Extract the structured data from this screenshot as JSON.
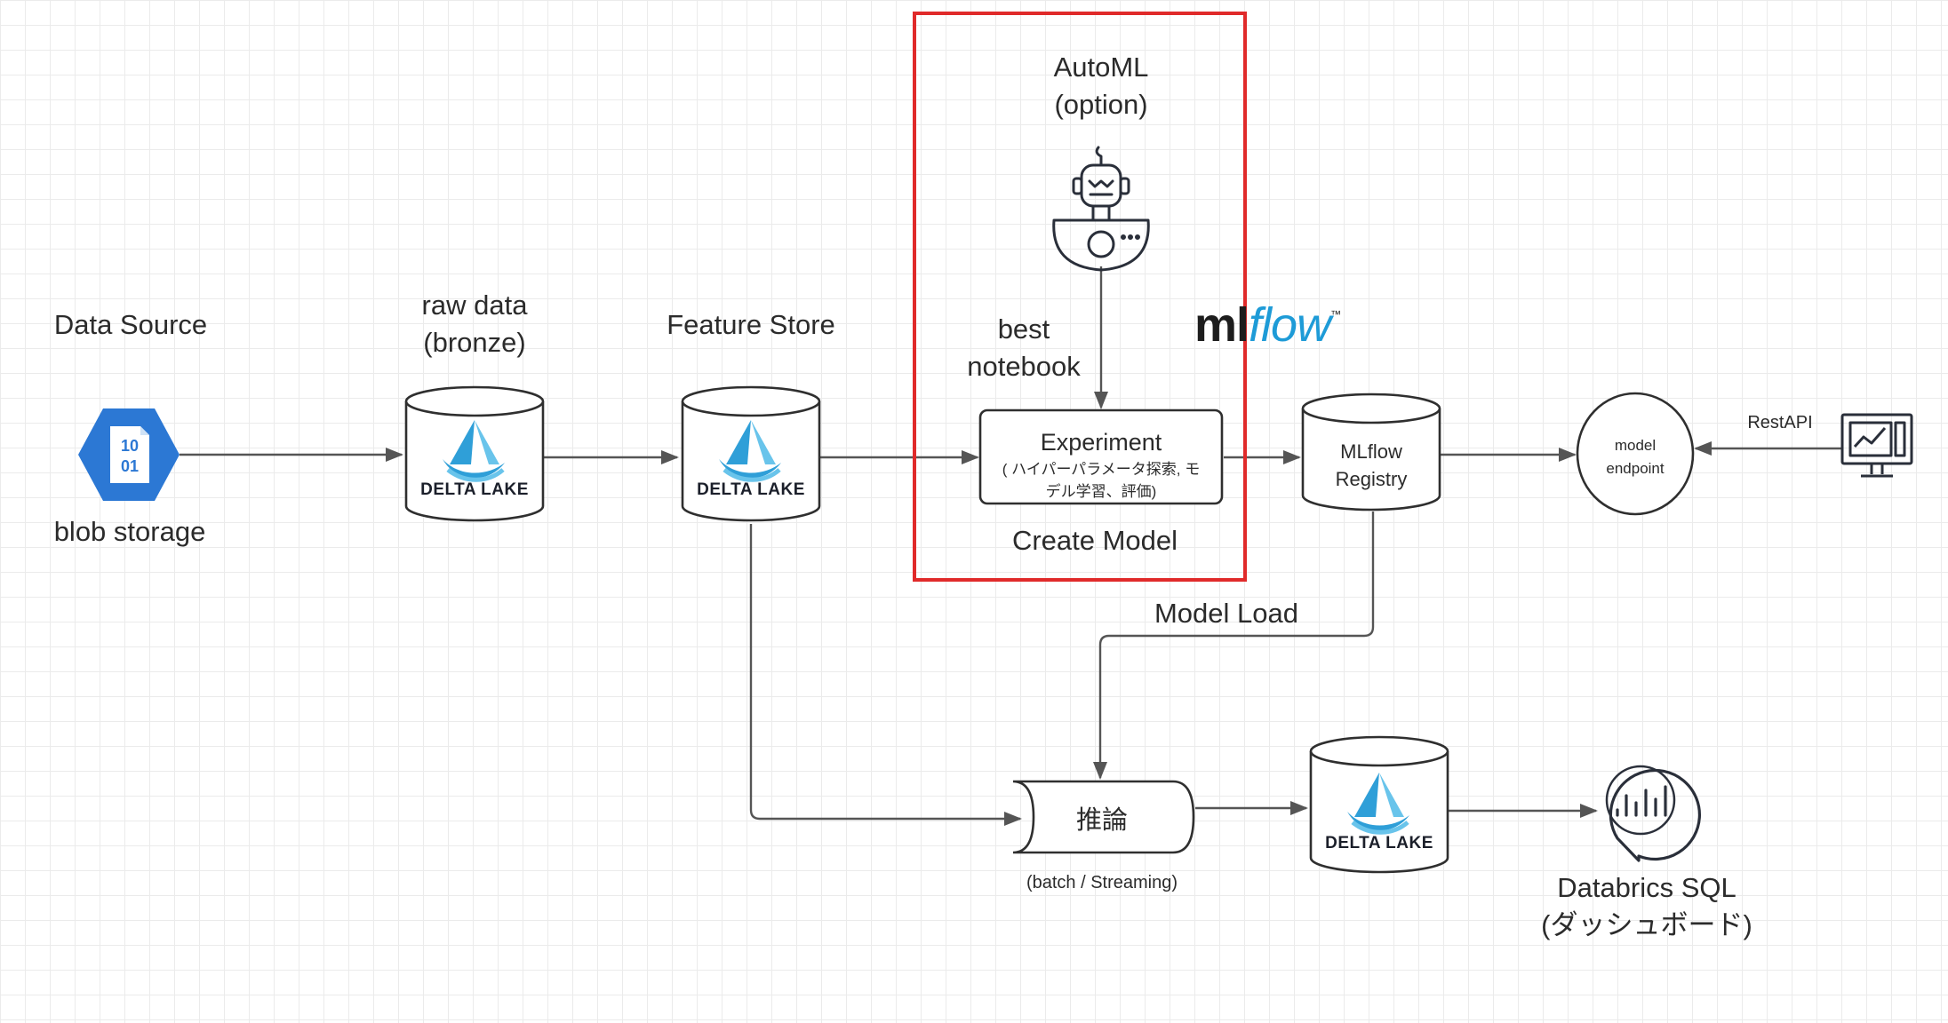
{
  "nodes": {
    "data_source": {
      "title": "Data Source",
      "caption": "blob storage",
      "icon_bits": [
        "10",
        "01"
      ]
    },
    "raw_data": {
      "title_line1": "raw data",
      "title_line2": "(bronze)",
      "logo_text": "DELTA LAKE"
    },
    "feature_store": {
      "title": "Feature Store",
      "logo_text": "DELTA LAKE"
    },
    "automl": {
      "title_line1": "AutoML",
      "title_line2": "(option)"
    },
    "best_notebook": {
      "line1": "best",
      "line2": "notebook"
    },
    "mlflow_logo": {
      "ml": "ml",
      "flow": "flow",
      "tm": "™"
    },
    "experiment": {
      "title": "Experiment",
      "desc_line1": "( ハイパーパラメータ探索, モ",
      "desc_line2": "デル学習、評価)"
    },
    "create_model": {
      "caption": "Create Model"
    },
    "mlflow_registry": {
      "line1": "MLflow",
      "line2": "Registry"
    },
    "model_endpoint": {
      "line1": "model",
      "line2": "endpoint"
    },
    "rest_api": {
      "label": "RestAPI"
    },
    "model_load": {
      "label": "Model Load"
    },
    "inference": {
      "title": "推論",
      "caption": "(batch / Streaming)"
    },
    "output_delta": {
      "logo_text": "DELTA LAKE"
    },
    "databricks_sql": {
      "line1": "Databrics SQL",
      "line2": "(ダッシュボード)"
    }
  },
  "colors": {
    "highlight_border": "#e02a2a",
    "delta_blue": "#2f9fd8",
    "delta_light": "#69c4eb",
    "blob_blue": "#2c78d4",
    "mlflow_blue": "#1e9bd7",
    "mlflow_dark": "#1d1d1d"
  },
  "icons": [
    "blob-storage-icon",
    "delta-lake-logo",
    "robot-icon",
    "mlflow-logo",
    "monitor-chart-icon",
    "databricks-sql-icon"
  ]
}
